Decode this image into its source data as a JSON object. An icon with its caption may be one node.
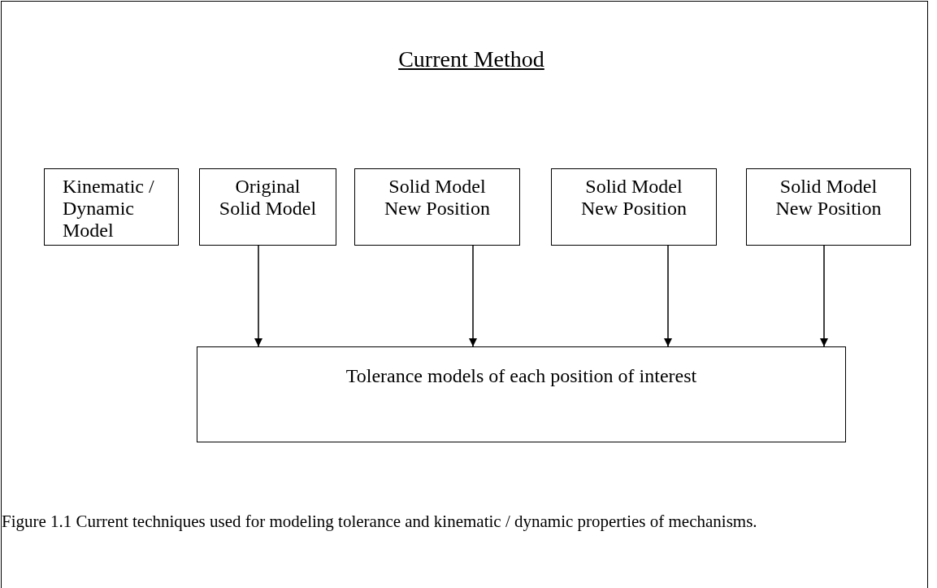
{
  "diagram": {
    "title": "Current Method",
    "caption": "Figure 1.1 Current techniques used for modeling tolerance and kinematic / dynamic properties of mechanisms.",
    "nodes": [
      {
        "text": [
          "Kinematic / Dynamic Model"
        ]
      },
      {
        "text": [
          "Original Solid Model"
        ]
      },
      {
        "text": [
          "Solid Model New Position"
        ]
      },
      {
        "text": [
          "Solid Model New Position"
        ]
      },
      {
        "text": [
          "Solid Model New Position"
        ]
      },
      {
        "text": [
          "Tolerance models of each position of interest"
        ]
      }
    ],
    "edges": [
      {
        "from": 1,
        "to": 5,
        "arrow": "to"
      },
      {
        "from": 2,
        "to": 5,
        "arrow": "to"
      },
      {
        "from": 3,
        "to": 5,
        "arrow": "to"
      },
      {
        "from": 4,
        "to": 5,
        "arrow": "to"
      }
    ]
  }
}
